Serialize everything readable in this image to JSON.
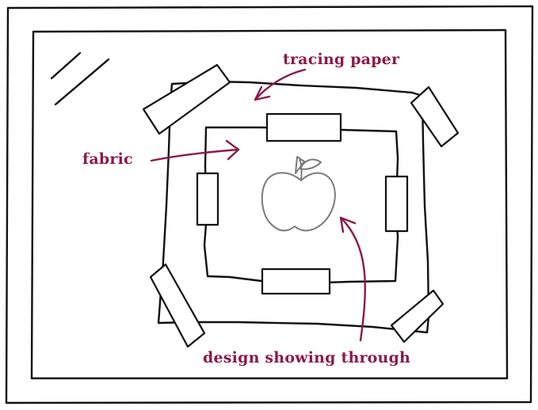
{
  "labels": {
    "tracing_paper": "tracing paper",
    "fabric": "fabric",
    "design_showing_through": "design showing through"
  },
  "colors": {
    "ink": "#111111",
    "accent": "#8b1a4a",
    "apple": "#7a7a7a"
  },
  "icons": {
    "window_glare": "glare-lines-icon",
    "design": "apple-icon"
  }
}
